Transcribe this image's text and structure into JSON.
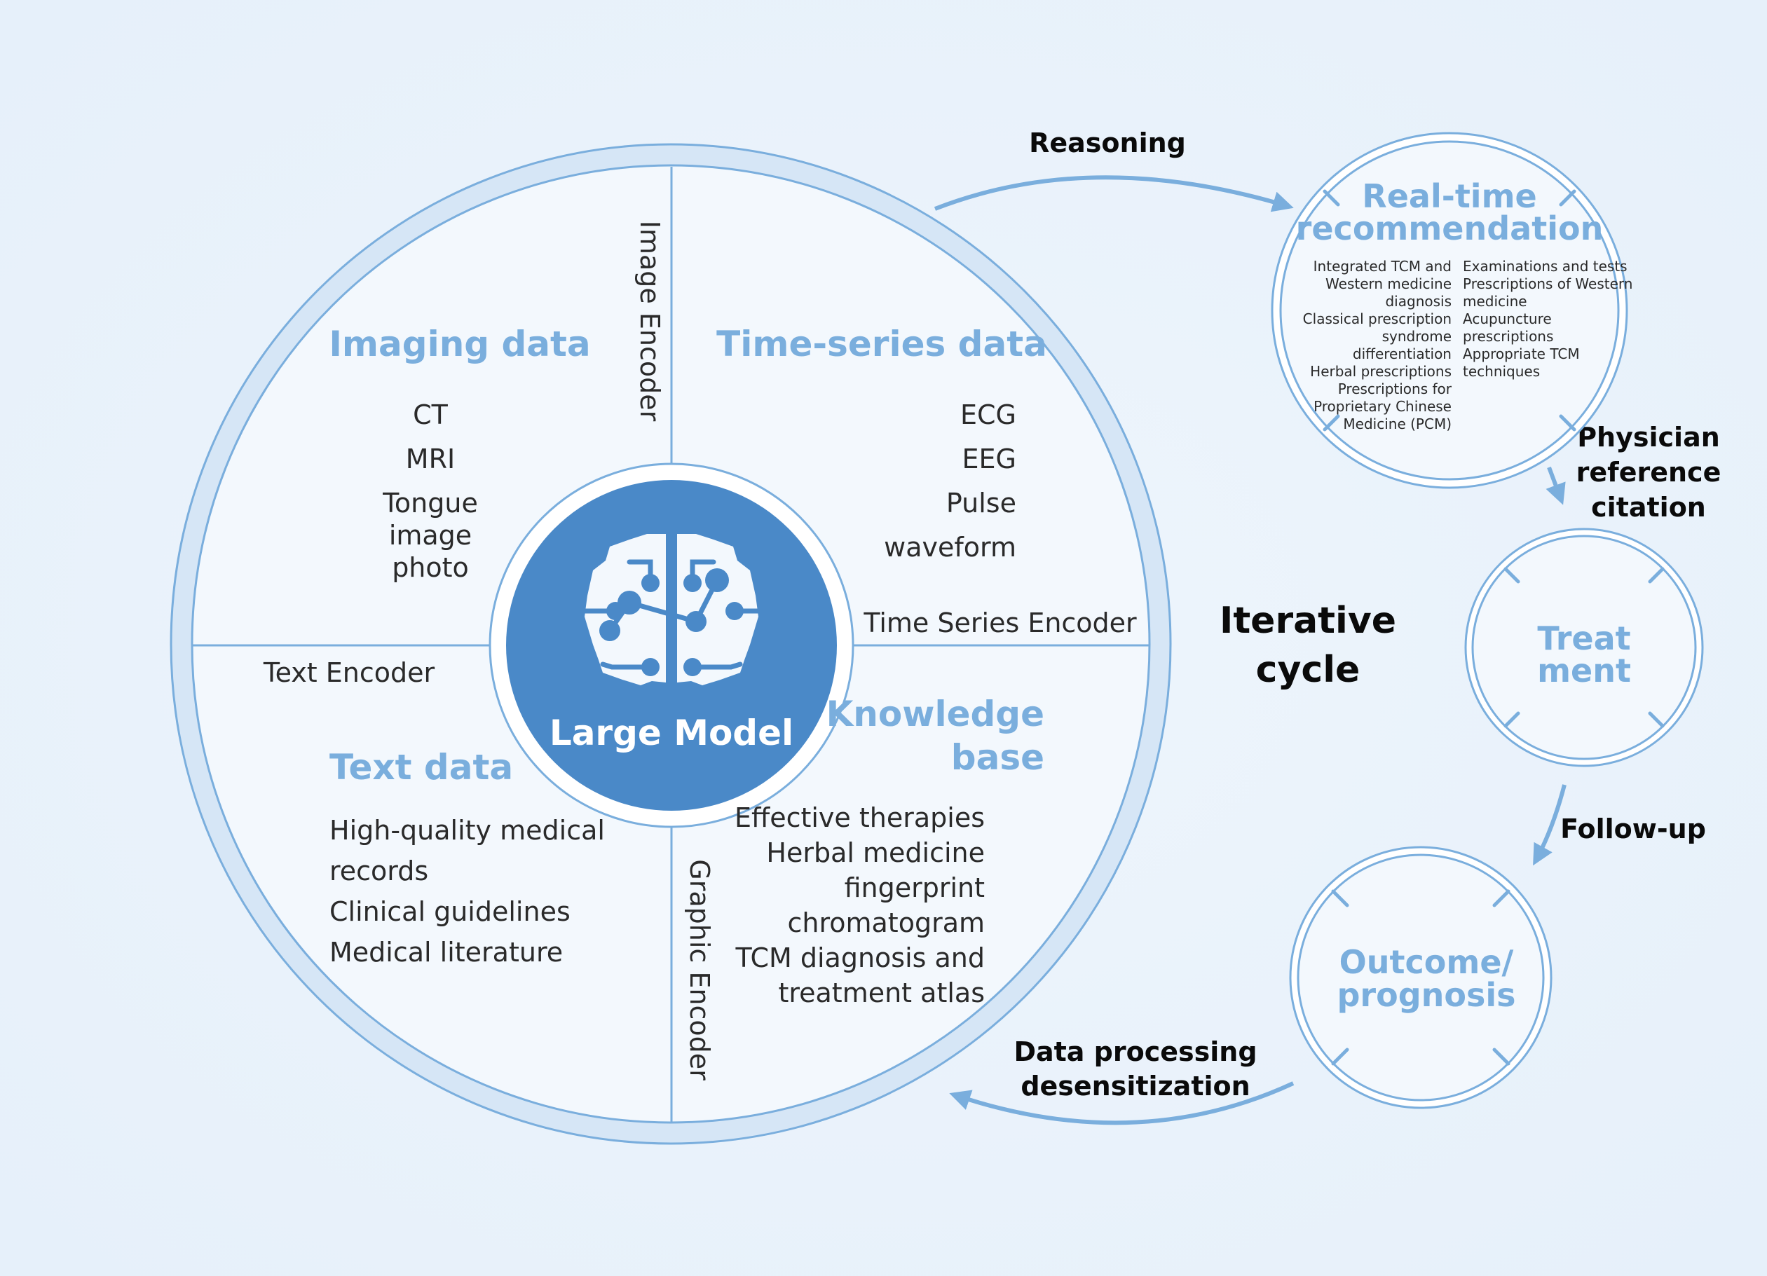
{
  "colors": {
    "background": "#eaf2fb",
    "panel": "#f3f8fd",
    "ring_fill": "#d6e6f6",
    "line": "#7aaedd",
    "accent_title": "#7aaedd",
    "core_blue": "#4a89c8",
    "text_dark": "#2a2a2a",
    "text_black": "#0a0a0a",
    "white": "#ffffff"
  },
  "core": {
    "label": "Large Model",
    "icon": "brain-circuit-icon"
  },
  "quadrants": {
    "imaging": {
      "title": "Imaging data",
      "items": [
        "CT",
        "MRI",
        "Tongue",
        "image",
        "photo"
      ]
    },
    "time_series": {
      "title": "Time-series data",
      "items": [
        "ECG",
        "EEG",
        "Pulse",
        "waveform"
      ]
    },
    "text": {
      "title": "Text data",
      "items": [
        "High-quality medical",
        "records",
        "Clinical guidelines",
        "Medical literature"
      ]
    },
    "knowledge": {
      "title_line1": "Knowledge",
      "title_line2": "base",
      "items": [
        "Effective therapies",
        "Herbal medicine",
        "fingerprint",
        "chromatogram",
        "TCM diagnosis and",
        "treatment atlas"
      ]
    }
  },
  "encoders": {
    "image": "Image Encoder",
    "time_series": "Time Series Encoder",
    "text": "Text Encoder",
    "graphic": "Graphic Encoder"
  },
  "cycle": {
    "center_label_line1": "Iterative",
    "center_label_line2": "cycle",
    "recommendation": {
      "title_line1": "Real-time",
      "title_line2": "recommendation",
      "left_lines": [
        "Integrated TCM and",
        "Western medicine",
        "diagnosis",
        "Classical prescription",
        "syndrome",
        "differentiation",
        "Herbal prescriptions",
        "Prescriptions for",
        "Proprietary Chinese",
        "Medicine (PCM)"
      ],
      "right_lines": [
        "Examinations and tests",
        "Prescriptions of Western",
        "medicine",
        "Acupuncture",
        "prescriptions",
        "Appropriate TCM",
        "techniques"
      ]
    },
    "treatment": {
      "title_line1": "Treat",
      "title_line2": "ment"
    },
    "outcome": {
      "title_line1": "Outcome/",
      "title_line2": "prognosis"
    },
    "arrows": {
      "reasoning": "Reasoning",
      "physician_line1": "Physician",
      "physician_line2": "reference",
      "physician_line3": "citation",
      "follow_up": "Follow-up",
      "data_line1": "Data processing",
      "data_line2": "desensitization"
    }
  }
}
